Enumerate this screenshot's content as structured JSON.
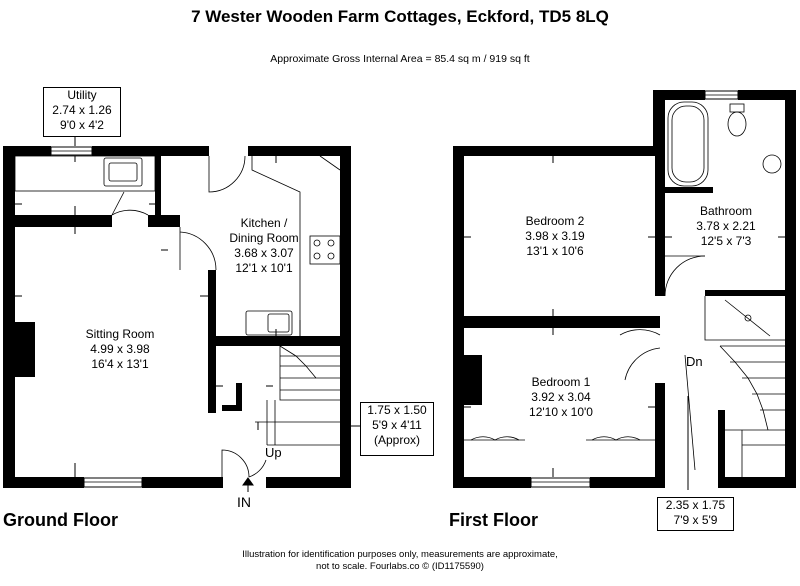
{
  "header": {
    "title": "7 Wester Wooden Farm Cottages, Eckford, TD5 8LQ",
    "area": "Approximate Gross Internal Area = 85.4 sq m / 919 sq ft"
  },
  "ground_floor": {
    "label": "Ground Floor",
    "utility": {
      "name": "Utility",
      "metric": "2.74 x 1.26",
      "imperial": "9'0 x 4'2"
    },
    "kitchen": {
      "name1": "Kitchen /",
      "name2": "Dining Room",
      "metric": "3.68 x 3.07",
      "imperial": "12'1 x 10'1"
    },
    "sitting": {
      "name": "Sitting Room",
      "metric": "4.99 x 3.98",
      "imperial": "16'4 x 13'1"
    },
    "hall": {
      "metric": "1.75 x 1.50",
      "imperial": "5'9 x 4'11",
      "note": "(Approx)"
    },
    "up": "Up",
    "entrance": "IN"
  },
  "first_floor": {
    "label": "First Floor",
    "bedroom2": {
      "name": "Bedroom 2",
      "metric": "3.98 x 3.19",
      "imperial": "13'1 x 10'6"
    },
    "bathroom": {
      "name": "Bathroom",
      "metric": "3.78 x 2.21",
      "imperial": "12'5 x 7'3"
    },
    "bedroom1": {
      "name": "Bedroom 1",
      "metric": "3.92 x 3.04",
      "imperial": "12'10 x 10'0"
    },
    "landing": {
      "metric": "2.35 x 1.75",
      "imperial": "7'9 x 5'9"
    },
    "down": "Dn"
  },
  "footer": {
    "line1": "Illustration for identification purposes only, measurements are approximate,",
    "line2": "not to scale. Fourlabs.co © (ID1175590)"
  }
}
